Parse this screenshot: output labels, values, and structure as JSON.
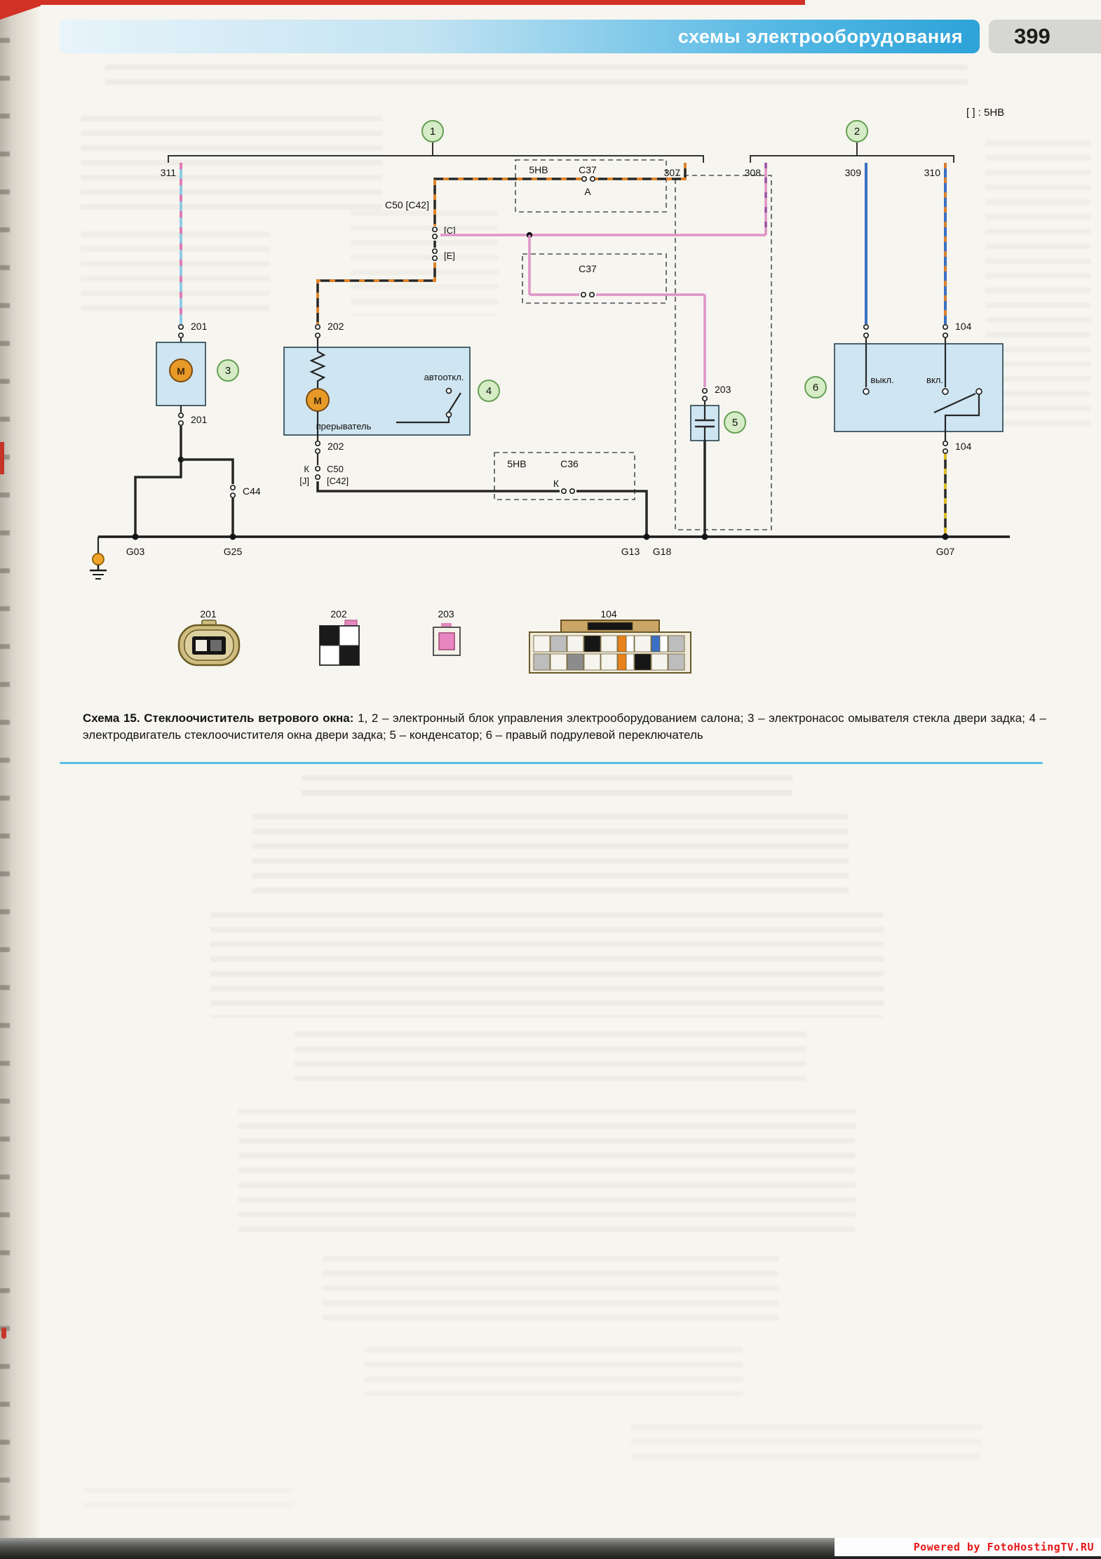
{
  "page": {
    "header_title": "схемы электрооборудования",
    "page_number": "399",
    "harness_note": "[ ] : 5НВ",
    "watermark": "Powered by FotoHostingTV.RU"
  },
  "caption": {
    "lead": "Схема 15. Стеклоочиститель ветрового окна:",
    "body": "1, 2 – электронный блок управления электрооборудованием салона; 3 – электронасос омывателя стекла двери задка; 4 – электродвигатель стеклоочистителя окна двери задка; 5 – конденсатор; 6 – правый подрулевой переключатель"
  },
  "diagram": {
    "units": {
      "u1": "1",
      "u2": "2",
      "u3": "3",
      "u4": "4",
      "u5": "5",
      "u6": "6"
    },
    "terminals": {
      "t311": "311",
      "t307": "307",
      "t308": "308",
      "t309": "309",
      "t310": "310"
    },
    "pins": {
      "p201": "201",
      "p202": "202",
      "p203": "203",
      "p104": "104"
    },
    "connectors": {
      "c50_c42": "С50 [C42]",
      "pin_c": "[C]",
      "pin_e": "[E]",
      "pin_a": "А",
      "pin_k": "К",
      "pin_j": "[J]",
      "c50": "С50",
      "c42": "[C42]",
      "c37": "С37",
      "c36": "С36",
      "c44": "С44",
      "harness_5hb": "5НВ"
    },
    "grounds": {
      "g03": "G03",
      "g25": "G25",
      "g13": "G13",
      "g18": "G18",
      "g07": "G07"
    },
    "labels": {
      "motor": "М",
      "auto_off": "автооткл.",
      "interrupter": "прерыватель",
      "off": "выкл.",
      "on": "вкл."
    },
    "connector_views": [
      "201",
      "202",
      "203",
      "104"
    ]
  },
  "colors": {
    "header_blue": "#2da3d8",
    "box_fill": "#cfe6f2",
    "wire_black": "#262626",
    "wire_orange": "#e8821e",
    "wire_pink": "#df93c6",
    "wire_blue": "#3a6fc4",
    "wire_lightblue": "#8fc9e8",
    "wire_yellow": "#e6c41c",
    "motor_orange": "#e89a28",
    "unit_badge_green": "#d6ecc6",
    "watermark_red": "#e51818"
  }
}
